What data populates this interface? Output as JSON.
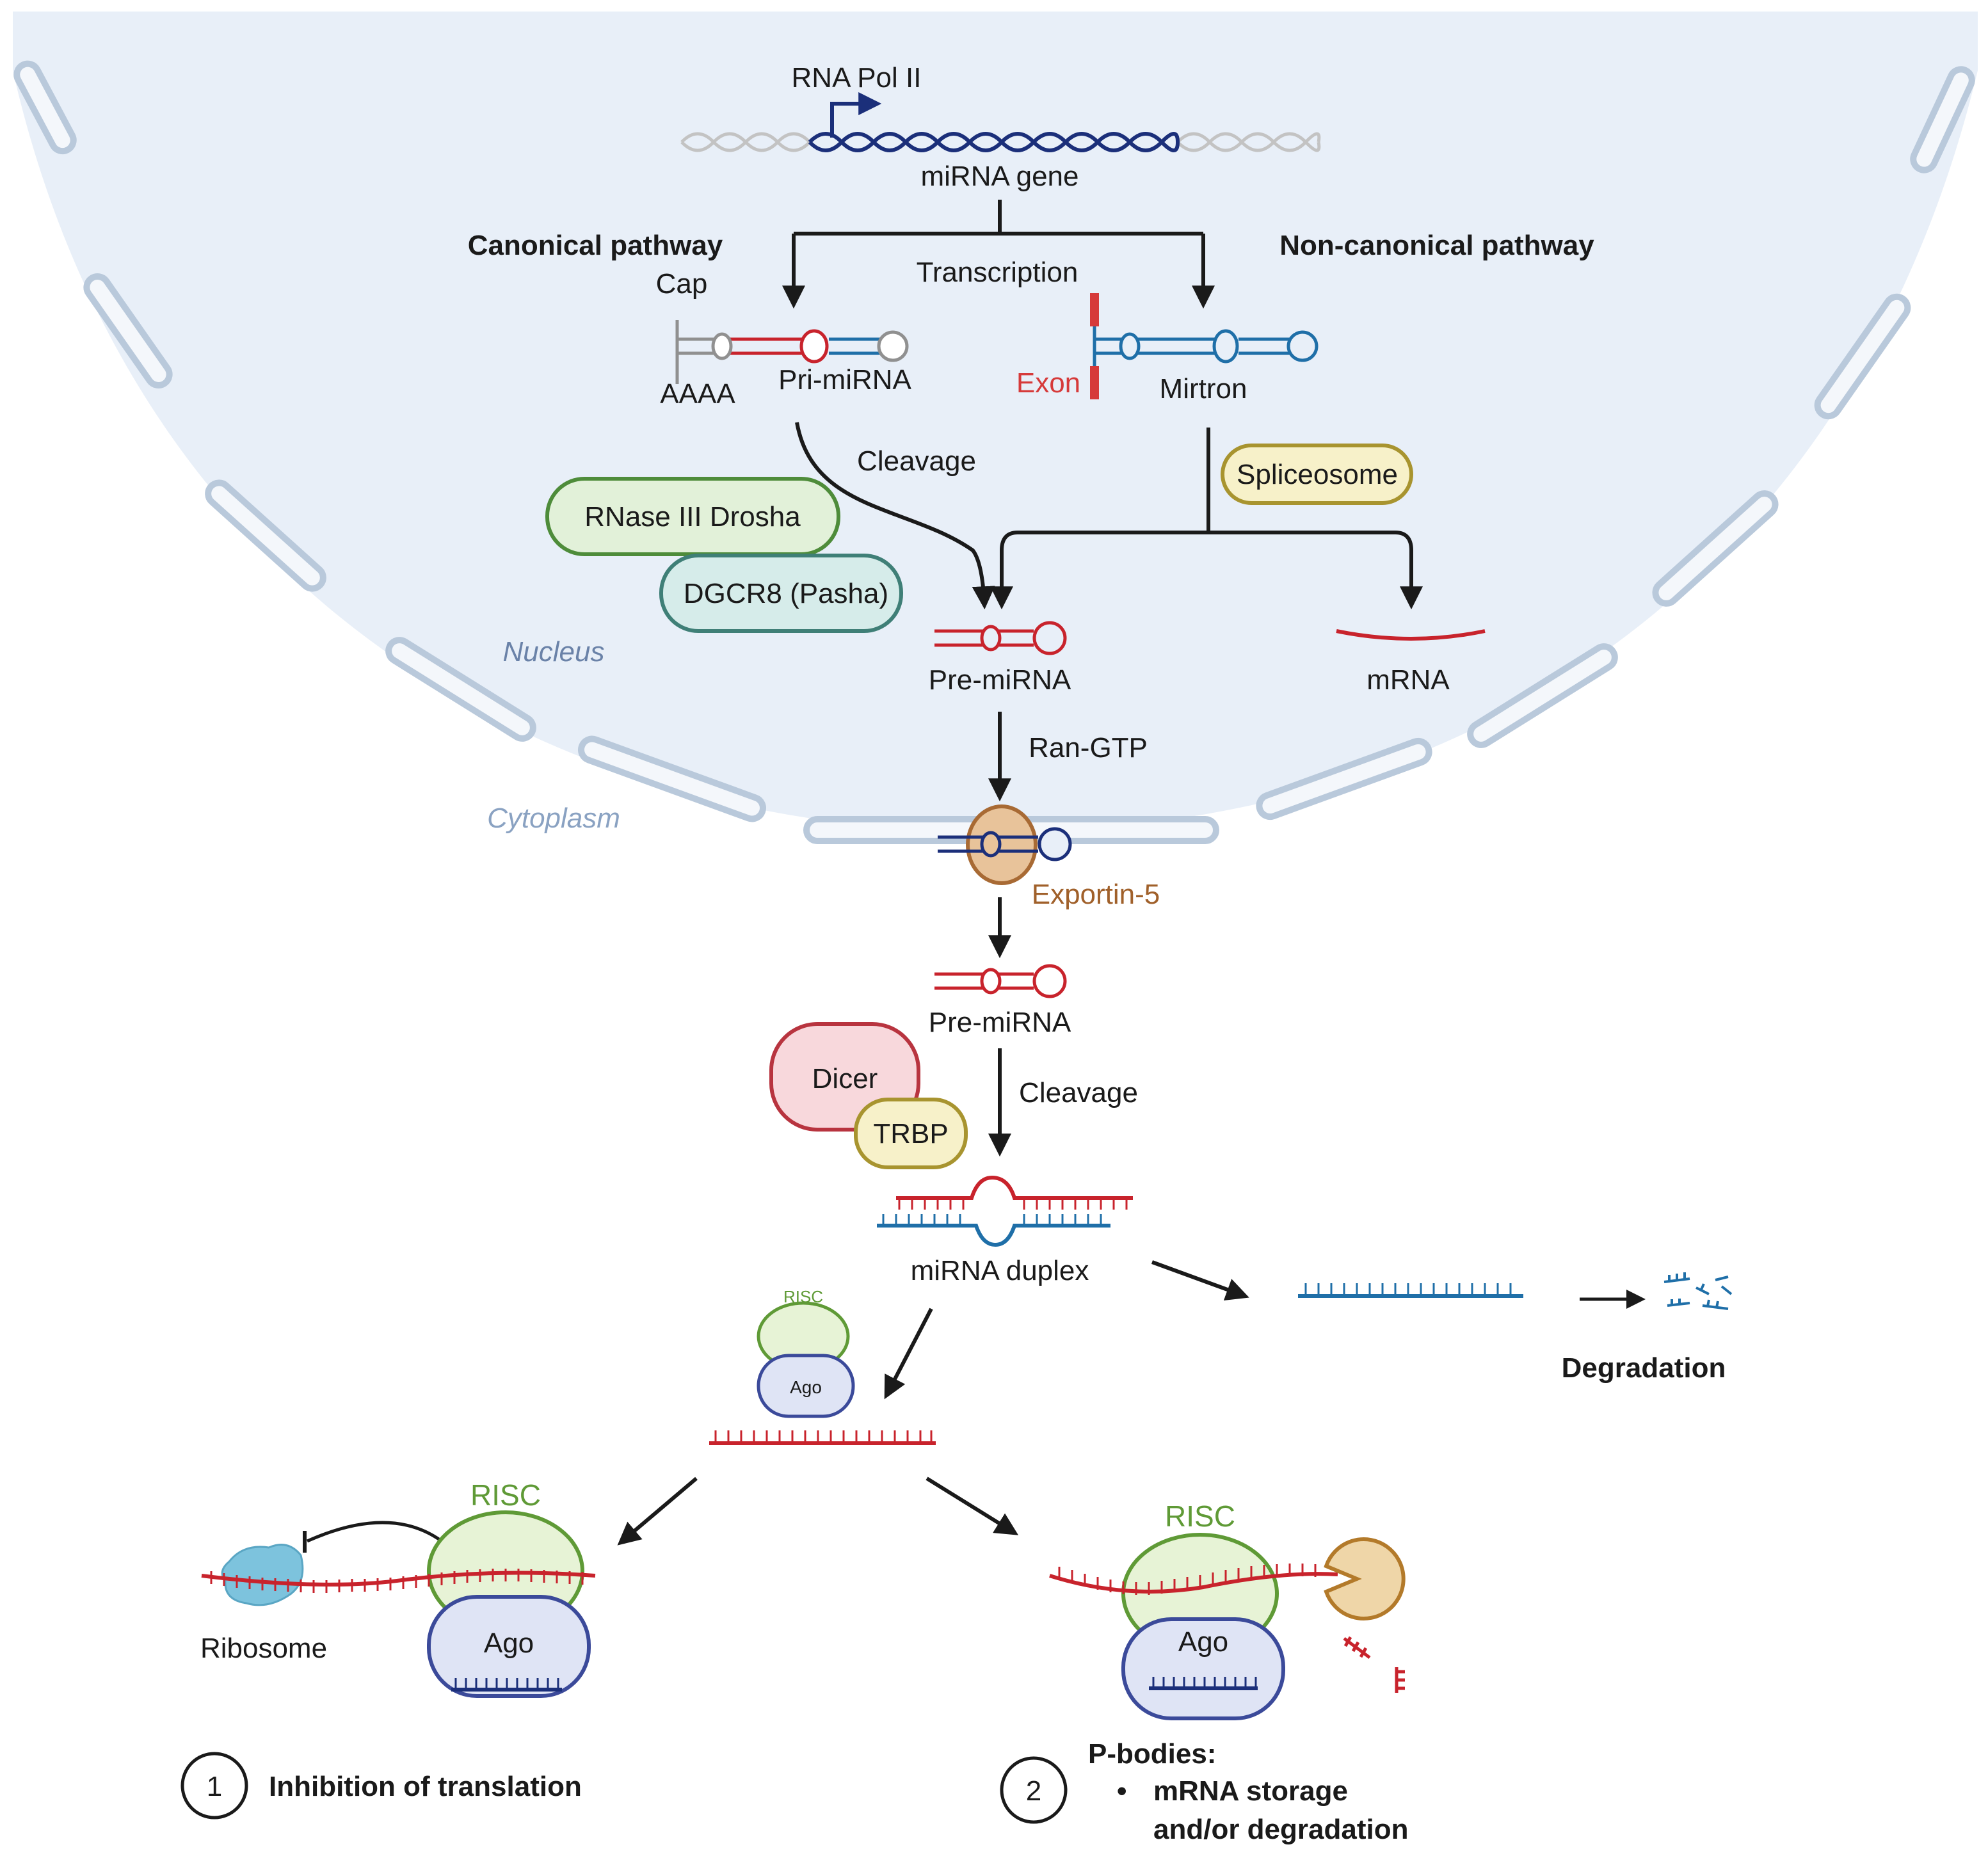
{
  "labels": {
    "rna_pol": "RNA Pol II",
    "mirna_gene": "miRNA gene",
    "canonical": "Canonical pathway",
    "noncanonical": "Non-canonical pathway",
    "transcription": "Transcription",
    "cap": "Cap",
    "aaaa": "AAAA",
    "pri_mirna": "Pri-miRNA",
    "exon": "Exon",
    "mirtron": "Mirtron",
    "cleavage1": "Cleavage",
    "spliceosome": "Spliceosome",
    "drosha": "RNase III Drosha",
    "dgcr8": "DGCR8 (Pasha)",
    "nucleus": "Nucleus",
    "pre_mirna1": "Pre-miRNA",
    "mrna": "mRNA",
    "ran_gtp": "Ran-GTP",
    "cytoplasm": "Cytoplasm",
    "exportin": "Exportin-5",
    "pre_mirna2": "Pre-miRNA",
    "dicer": "Dicer",
    "trbp": "TRBP",
    "cleavage2": "Cleavage",
    "duplex": "miRNA duplex",
    "degradation": "Degradation",
    "risc_small": "RISC",
    "ago_small": "Ago",
    "risc1": "RISC",
    "ago1": "Ago",
    "ribosome": "Ribosome",
    "risc2": "RISC",
    "ago2": "Ago",
    "num1": "1",
    "outcome1": "Inhibition of translation",
    "num2": "2",
    "pbodies": "P-bodies:",
    "bullet": "•",
    "outcome2_line1": "mRNA storage",
    "outcome2_line2": "and/or degradation"
  },
  "colors": {
    "nucleus_fill": "#e8eff8",
    "membrane": "#b9c9db",
    "mirna_red": "#c8232c",
    "strand_blue": "#1f6fa8",
    "dark_blue": "#1b2f7a",
    "drosha_fill": "#e2f1d9",
    "drosha_stroke": "#4e8c3a",
    "dgcr8_fill": "#d6ecea",
    "dgcr8_stroke": "#3f7f77",
    "splice_fill": "#f7f1c9",
    "splice_stroke": "#a8942f",
    "dicer_fill": "#f8d8dc",
    "dicer_stroke": "#b8343f",
    "exportin_fill": "#e8c39a",
    "exportin_stroke": "#a86a34",
    "risc_fill": "#e7f3d6",
    "risc_stroke": "#5f9a36",
    "ago_fill": "#dfe4f5",
    "ago_stroke": "#3b4a9a",
    "ribosome_fill": "#7dc3dd",
    "pacman_fill": "#efd6a8",
    "pacman_stroke": "#b37a2a",
    "exon_red": "#d63a3a"
  }
}
